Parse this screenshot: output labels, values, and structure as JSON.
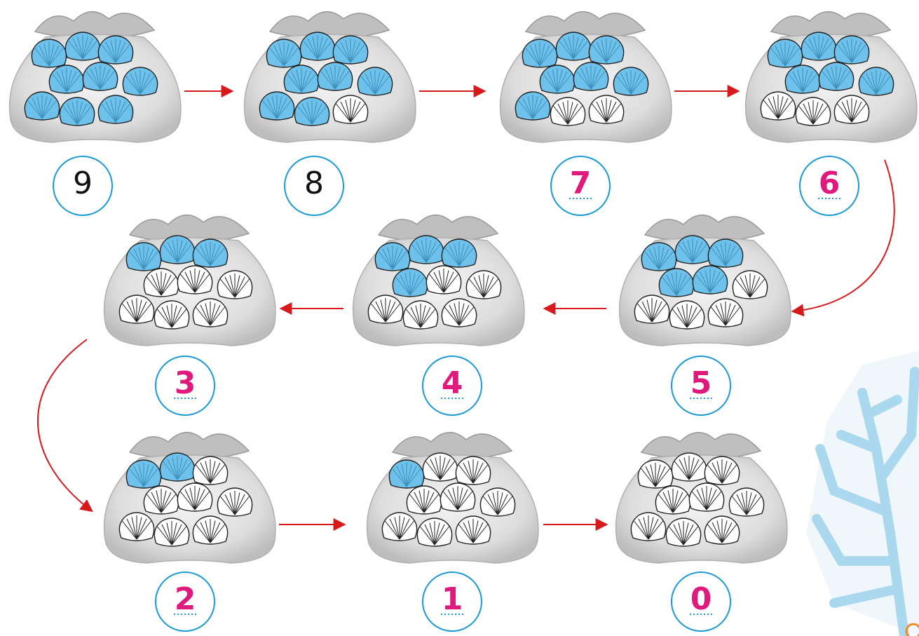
{
  "diagram": {
    "bags": [
      {
        "id": "bag-1",
        "number": "9",
        "filled_shells": 9,
        "total_shells": 9,
        "given": true
      },
      {
        "id": "bag-2",
        "number": "8",
        "filled_shells": 8,
        "total_shells": 9,
        "given": true
      },
      {
        "id": "bag-3",
        "number": "7",
        "filled_shells": 7,
        "total_shells": 9,
        "given": false
      },
      {
        "id": "bag-4",
        "number": "6",
        "filled_shells": 6,
        "total_shells": 9,
        "given": false
      },
      {
        "id": "bag-5",
        "number": "5",
        "filled_shells": 5,
        "total_shells": 9,
        "given": false
      },
      {
        "id": "bag-6",
        "number": "4",
        "filled_shells": 4,
        "total_shells": 9,
        "given": false
      },
      {
        "id": "bag-7",
        "number": "3",
        "filled_shells": 3,
        "total_shells": 9,
        "given": false
      },
      {
        "id": "bag-8",
        "number": "2",
        "filled_shells": 2,
        "total_shells": 9,
        "given": false
      },
      {
        "id": "bag-9",
        "number": "1",
        "filled_shells": 1,
        "total_shells": 9,
        "given": false
      },
      {
        "id": "bag-10",
        "number": "0",
        "filled_shells": 0,
        "total_shells": 9,
        "given": false
      }
    ],
    "sequence": [
      "bag-1",
      "bag-2",
      "bag-3",
      "bag-4",
      "bag-5",
      "bag-6",
      "bag-7",
      "bag-8",
      "bag-9",
      "bag-10"
    ],
    "colors": {
      "shell_fill": "#6ec1ea",
      "shell_outline": "#222222",
      "bag": "#dcdcdc",
      "circle_border": "#1a9ad6",
      "answer_text": "#e0197d",
      "arrow": "#d7191c",
      "dotted_line": "#1a9ad6",
      "coral": "#a9d8ef"
    },
    "decoration_icon": "coral-icon"
  }
}
